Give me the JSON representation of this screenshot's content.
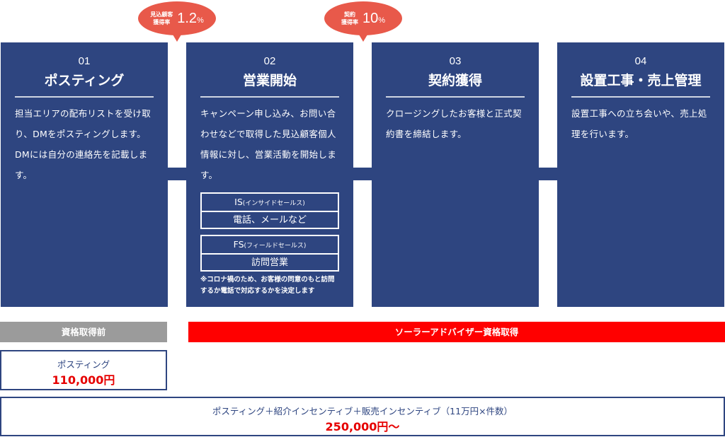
{
  "bubbles": [
    {
      "label1": "見込顧客",
      "label2": "獲得率",
      "value": "1.2",
      "unit": "%"
    },
    {
      "label1": "契約",
      "label2": "獲得率",
      "value": "10",
      "unit": "%"
    }
  ],
  "steps": [
    {
      "num": "01",
      "title": "ポスティング",
      "desc": "担当エリアの配布リストを受け取り、DMをポスティングします。DMには自分の連絡先を記載します。"
    },
    {
      "num": "02",
      "title": "営業開始",
      "desc": "キャンペーン申し込み、お問い合わせなどで取得した見込顧客個人情報に対し、営業活動を開始します。",
      "is_label": "IS",
      "is_sub": "(インサイドセールス)",
      "is_value": "電話、メールなど",
      "fs_label": "FS",
      "fs_sub": "(フィールドセールス)",
      "fs_value": "訪問営業",
      "note": "※コロナ禍のため、お客様の同意のもと訪問するか電話で対応するかを決定します"
    },
    {
      "num": "03",
      "title": "契約獲得",
      "desc": "クロージングしたお客様と正式契約書を締結します。"
    },
    {
      "num": "04",
      "title": "設置工事・売上管理",
      "desc": "設置工事への立ち会いや、売上処理を行います。"
    }
  ],
  "phases": {
    "before": "資格取得前",
    "after": "ソーラーアドバイザー資格取得"
  },
  "pay_before": {
    "label": "ポスティング",
    "value": "110,000円"
  },
  "pay_after": {
    "label": "ポスティング＋紹介インセンティブ＋販売インセンティブ（11万円×件数）",
    "value": "250,000円〜"
  }
}
